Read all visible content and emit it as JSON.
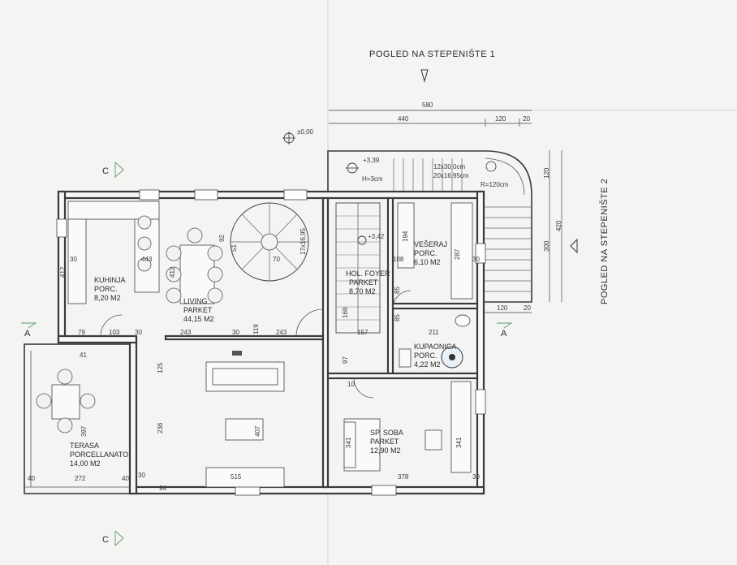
{
  "views": {
    "stair_1": "POGLED NA STEPENIŠTE 1",
    "stair_2": "POGLED NA STEPENIŠTE 2"
  },
  "sections": {
    "a": "A",
    "c": "C"
  },
  "levels": {
    "ground": "±0,00",
    "upper": "+3,39",
    "landing": "+3,42"
  },
  "stair_notes": {
    "steps": "12x30,0cm",
    "rise": "20x16,95cm",
    "radius": "R=120cm",
    "height": "H=3cm",
    "spiral": "17x16,95"
  },
  "rooms": {
    "kuhinja": {
      "name": "KUHINJA",
      "finish": "PORC.",
      "area": "8,20 M2"
    },
    "living": {
      "name": "LIVING",
      "finish": "PARKET",
      "area": "44,15 M2"
    },
    "hodnik": {
      "name": "HOL. FOYER",
      "finish": "PARKET",
      "area": "8,70 M2"
    },
    "veseraj": {
      "name": "VEŠERAJ",
      "finish": "PORC.",
      "area": "6,10 M2"
    },
    "kupaonica": {
      "name": "KUPAONICA",
      "finish": "PORC.",
      "area": "4,22 M2"
    },
    "soba": {
      "name": "SP. SOBA",
      "finish": "PARKET",
      "area": "12,90 M2"
    },
    "terasa": {
      "name": "TERASA",
      "finish": "PORCELLANATO",
      "area": "14,00 M2"
    }
  },
  "dims": {
    "top_total": "580",
    "top_a": "440",
    "top_b": "120",
    "top_c": "20",
    "right_a": "120",
    "right_b": "420",
    "right_c": "300",
    "bot_right_a": "120",
    "bot_right_b": "20",
    "k_30": "30",
    "k_443": "443",
    "k_412": "412",
    "k_412b": "412",
    "k_79": "79",
    "k_103": "103",
    "k_30b": "30",
    "k_243": "243",
    "k_30c": "30",
    "k_119": "119",
    "k_243b": "243",
    "k_157": "157",
    "k_211": "211",
    "v_194": "194",
    "v_108": "108",
    "v_287": "287",
    "v_30": "30",
    "v_85": "85",
    "v_85b": "85",
    "v_169": "169",
    "v_97": "97",
    "t_41": "41",
    "t_397": "397",
    "t_272": "272",
    "t_40": "40",
    "t_40b": "40",
    "l_125": "125",
    "l_236": "236",
    "l_407": "407",
    "l_515": "515",
    "l_94": "94",
    "l_30": "30",
    "s_10": "10",
    "s_341": "341",
    "s_341b": "341",
    "s_378": "378",
    "s_30": "30",
    "st_70": "70",
    "st_51": "51",
    "st_92": "92"
  }
}
